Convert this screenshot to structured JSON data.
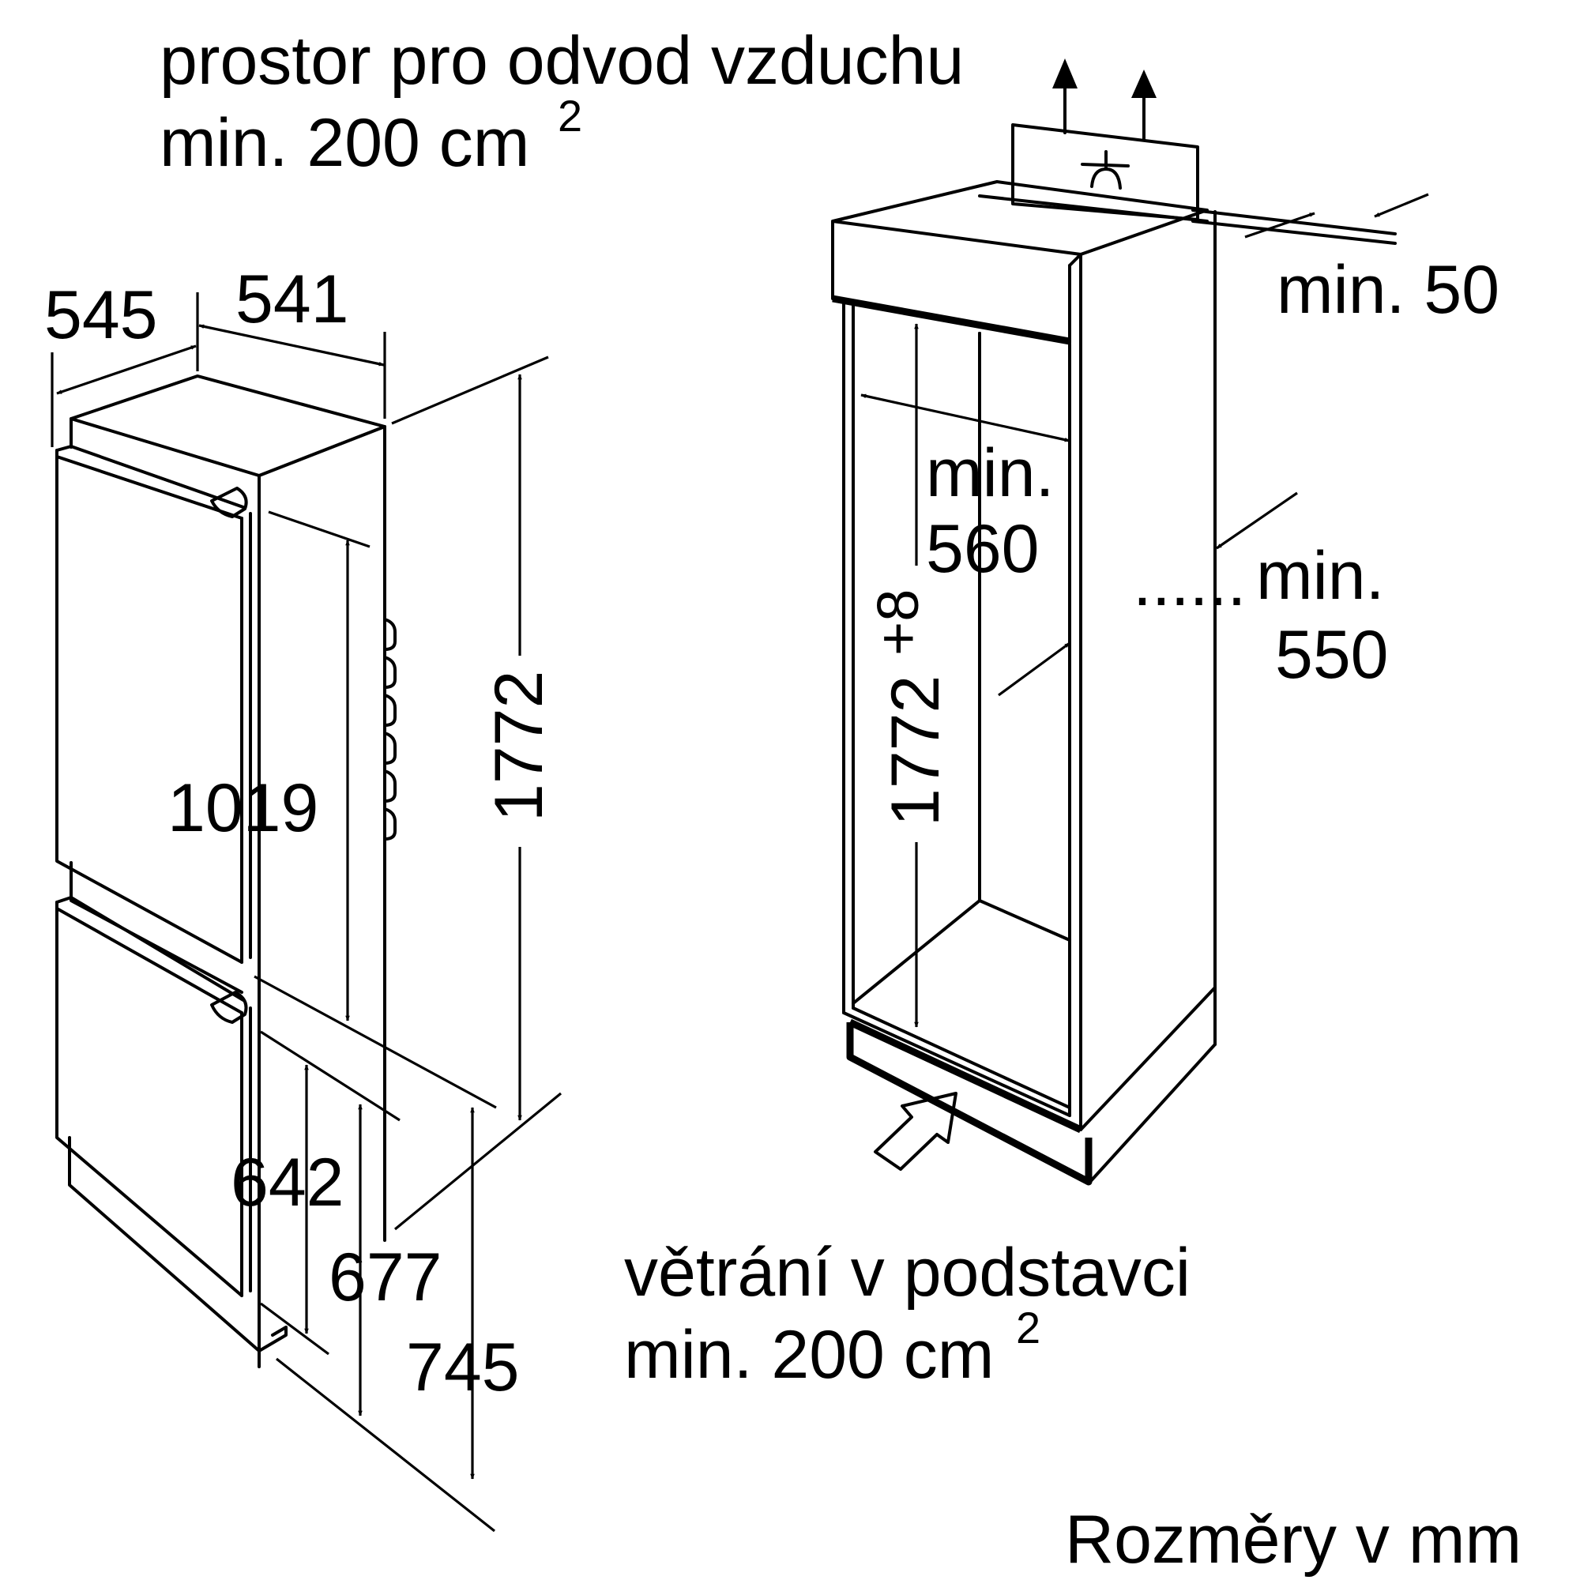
{
  "labels": {
    "air_outlet_line1": "prostor pro odvod vzduchu",
    "air_outlet_line2": "min. 200 cm",
    "air_outlet_sup": "2",
    "base_vent_line1": "větrání v podstavci",
    "base_vent_line2": "min. 200 cm",
    "base_vent_sup": "2",
    "units_note": "Rozměry v mm"
  },
  "dimensions": {
    "depth_total": "545",
    "width_appliance": "541",
    "height_total": "1772",
    "fridge_door_height": "1019",
    "freezer_door_height_a": "642",
    "freezer_door_height_b": "677",
    "base_to_hinge": "745",
    "gap_top_min": "min. 50",
    "niche_width_min_a": "min.",
    "niche_width_min_b": "560",
    "niche_height": "1772",
    "niche_height_tolerance": "+8",
    "niche_depth_min_a": "min.",
    "niche_depth_min_b": "550",
    "dots": "......"
  },
  "colors": {
    "line": "#000000",
    "vent_fill": "#dddddd",
    "background": "#ffffff"
  }
}
